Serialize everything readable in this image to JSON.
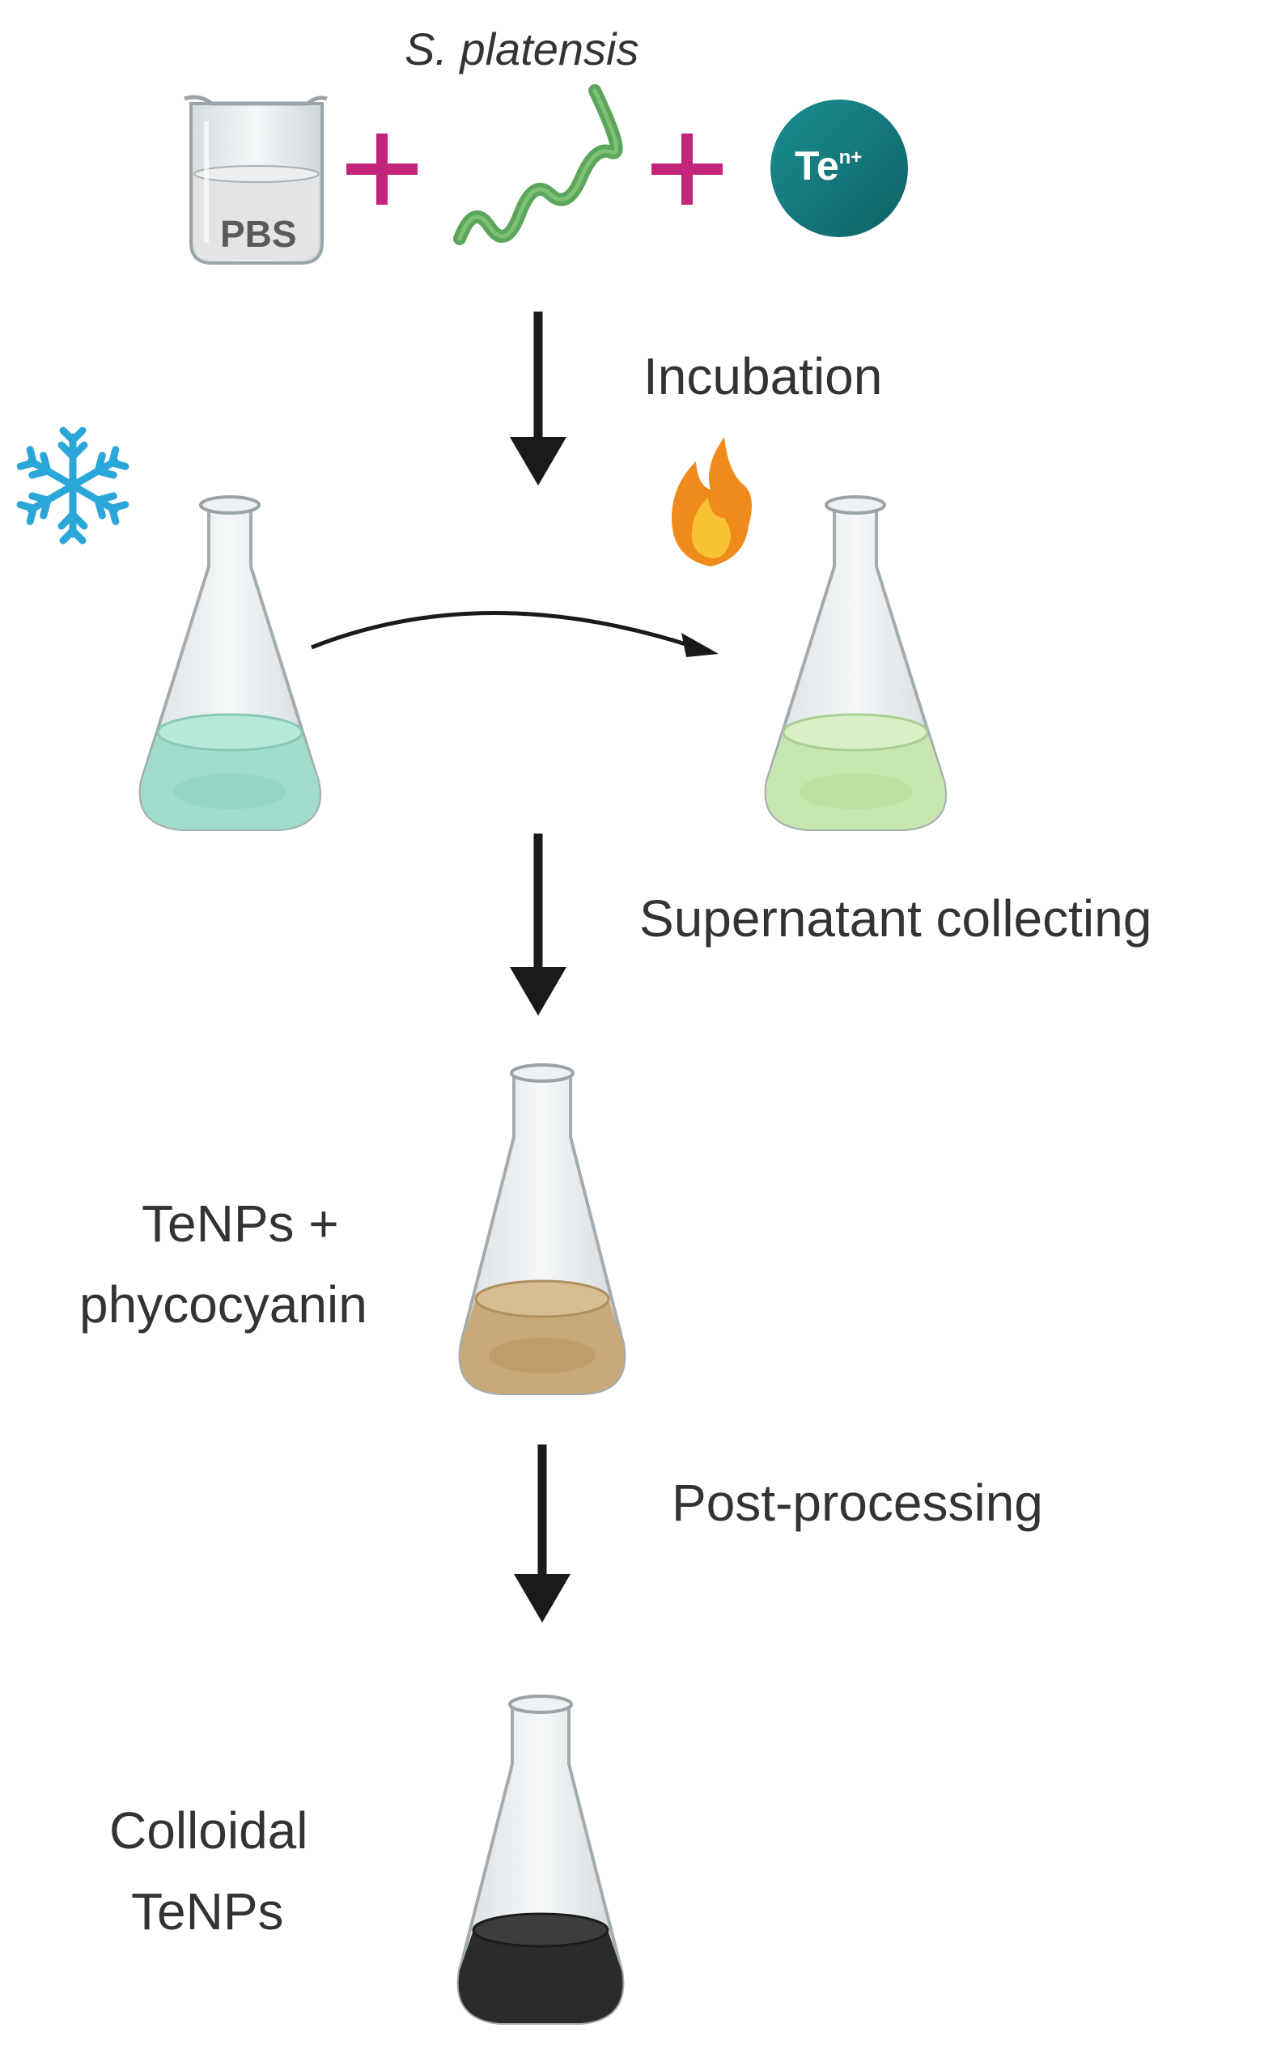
{
  "reagents": {
    "organism": "S. platensis",
    "buffer_label": "PBS",
    "ion_base": "Te",
    "ion_charge": "n+",
    "plus_symbol": "+"
  },
  "steps": {
    "incubation": "Incubation",
    "supernatant": "Supernatant collecting",
    "post_processing": "Post-processing"
  },
  "products": {
    "intermediate_line1": "TeNPs +",
    "intermediate_line2": "phycocyanin",
    "final_line1": "Colloidal",
    "final_line2": "TeNPs"
  },
  "icons": {
    "cold": "snowflake-icon",
    "heat": "flame-icon"
  },
  "colors": {
    "plus": "#c2257a",
    "spirulina": "#5aa65a",
    "ion_circle": "#137a7e",
    "snowflake": "#2aa7d8",
    "flame_outer": "#f08a1c",
    "flame_inner": "#f7c233",
    "arrow": "#1a1a1a",
    "cold_liquid": "#9fdccb",
    "warm_liquid": "#c8e6b0",
    "intermediate_liquid": "#c9a979",
    "final_liquid": "#2b2b2b"
  }
}
